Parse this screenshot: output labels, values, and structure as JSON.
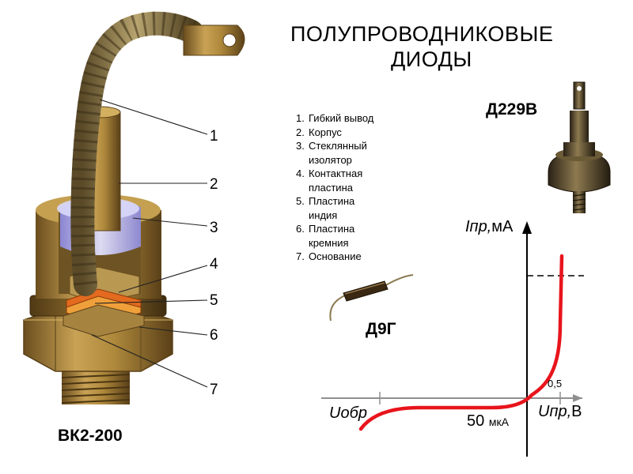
{
  "title": {
    "line1": "ПОЛУПРОВОДНИКОВЫЕ",
    "line2": "ДИОДЫ"
  },
  "legend": [
    {
      "num": "1.",
      "text": "Гибкий вывод"
    },
    {
      "num": "2.",
      "text": "Корпус"
    },
    {
      "num": "3.",
      "text": "Стеклянный изолятор"
    },
    {
      "num": "4.",
      "text": "Контактная пластина"
    },
    {
      "num": "5.",
      "text": "Пластина индия"
    },
    {
      "num": "6.",
      "text": "Пластина кремния"
    },
    {
      "num": "7.",
      "text": "Основание"
    }
  ],
  "callouts": [
    "1",
    "2",
    "3",
    "4",
    "5",
    "6",
    "7"
  ],
  "models": {
    "main": "ВК2-200",
    "top_right": "Д229В",
    "small": "Д9Г"
  },
  "graph": {
    "y_label_italic": "Iпр,",
    "y_label_unit": "мА",
    "x_pos_label_italic": "Uпр,",
    "x_pos_label_unit": "В",
    "x_neg_label": "Uобр",
    "reverse_current_value": "50",
    "reverse_current_unit": "мкА",
    "tick_label": "0,5",
    "curve_color": "#e8141c"
  },
  "colors": {
    "brass": "#b08a3c",
    "indium": "#e36a1e",
    "glass": "#a9a6e8"
  }
}
